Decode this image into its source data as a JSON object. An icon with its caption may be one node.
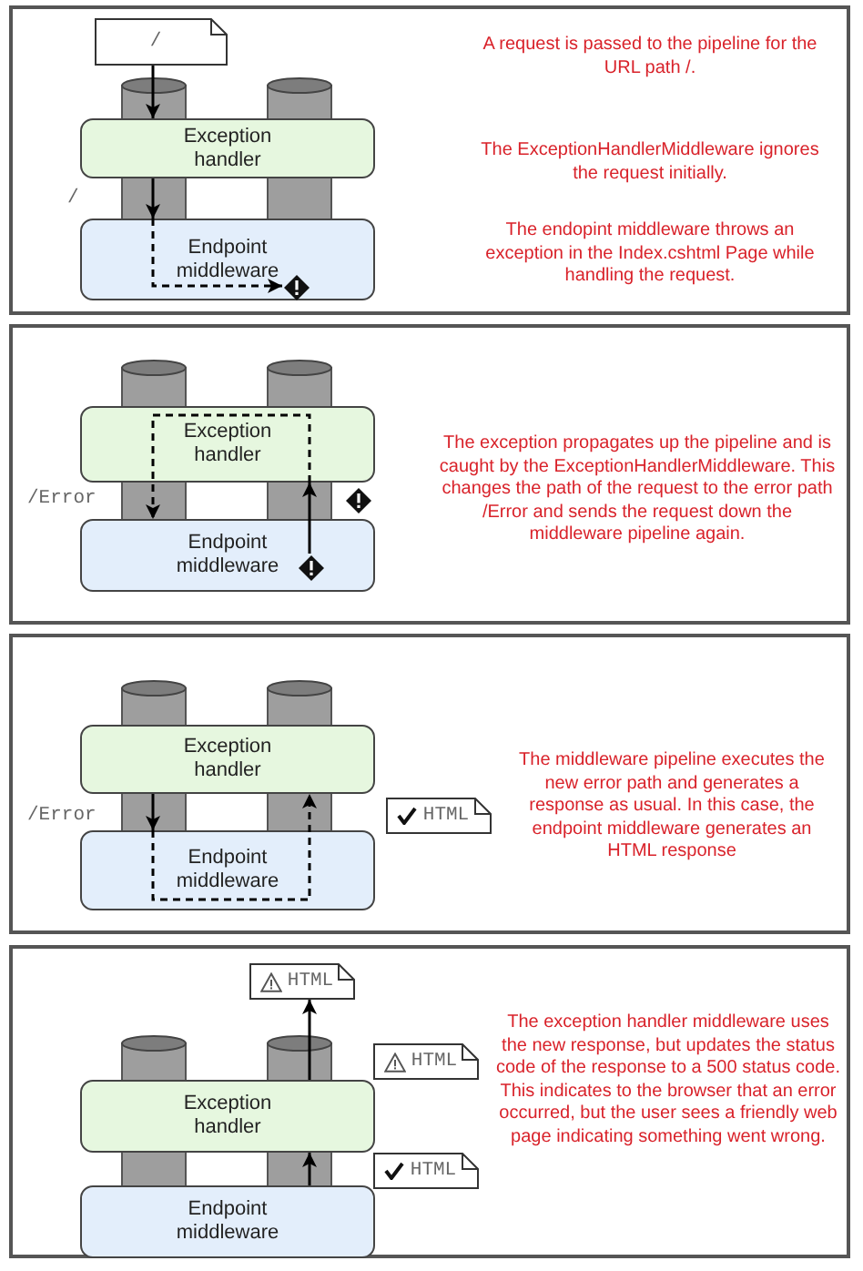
{
  "diagram": {
    "nodes": [
      {
        "text": [
          "A request is passed to the pipeline for the URL path /.",
          "The ExceptionHandlerMiddleware ignores the request initially.",
          "The endopint middleware throws an exception in the Index.cshtml Page while handling the request."
        ]
      },
      {
        "text": [
          "/"
        ],
        "in": 0
      },
      {
        "text": [
          "Exception handler"
        ],
        "in": 0
      },
      {
        "text": [
          "Endpoint middleware"
        ],
        "in": 0
      },
      {
        "text": [],
        "shape": "diamond",
        "in": 3
      },
      {
        "text": [
          "The exception propagates up the pipeline and is caught by the ExceptionHandlerMiddleware. This changes the path of the request to the error path /Error and sends the request down the middleware pipeline again."
        ]
      },
      {
        "text": [
          "Exception handler"
        ],
        "in": 5
      },
      {
        "text": [
          "Endpoint middleware"
        ],
        "in": 5
      },
      {
        "text": [],
        "shape": "diamond",
        "in": 7
      },
      {
        "text": [
          "The middleware pipeline executes the new error path and generates a response as usual. In this case, the endpoint middleware generates an HTML response"
        ]
      },
      {
        "text": [
          "Exception handler"
        ],
        "in": 9
      },
      {
        "text": [
          "Endpoint middleware"
        ],
        "in": 9
      },
      {
        "text": [
          "HTML"
        ],
        "in": 9
      },
      {
        "text": [
          "The exception handler middleware uses the new response, but updates the status code of the response to a 500 status code. This indicates to the browser that an error occurred, but the user sees a friendly web page indicating something went wrong."
        ]
      },
      {
        "text": [
          "HTML"
        ],
        "in": 13
      },
      {
        "text": [
          "HTML"
        ],
        "in": 13
      },
      {
        "text": [
          "Exception handler"
        ],
        "in": 13
      },
      {
        "text": [
          "HTML"
        ],
        "in": 13
      },
      {
        "text": [
          "Endpoint middleware"
        ],
        "in": 13
      }
    ],
    "edges": [
      {
        "from": 1,
        "to": 2,
        "arrow": "to"
      },
      {
        "from": 2,
        "to": 3,
        "arrow": "to"
      },
      {
        "from": 3,
        "to": 4,
        "arrow": "to",
        "style": "dashed"
      },
      {
        "from": 8,
        "to": 6,
        "arrow": "to"
      },
      {
        "from": 6,
        "to": 7,
        "arrow": "to",
        "style": "dashed"
      },
      {
        "from": 10,
        "to": 11,
        "arrow": "to"
      },
      {
        "from": 11,
        "to": 10,
        "arrow": "to",
        "style": "dashed"
      },
      {
        "from": 18,
        "to": 16,
        "arrow": "to"
      },
      {
        "from": 16,
        "to": 14,
        "arrow": "to"
      }
    ],
    "labels": [
      "/",
      "/Error",
      "/Error"
    ]
  }
}
